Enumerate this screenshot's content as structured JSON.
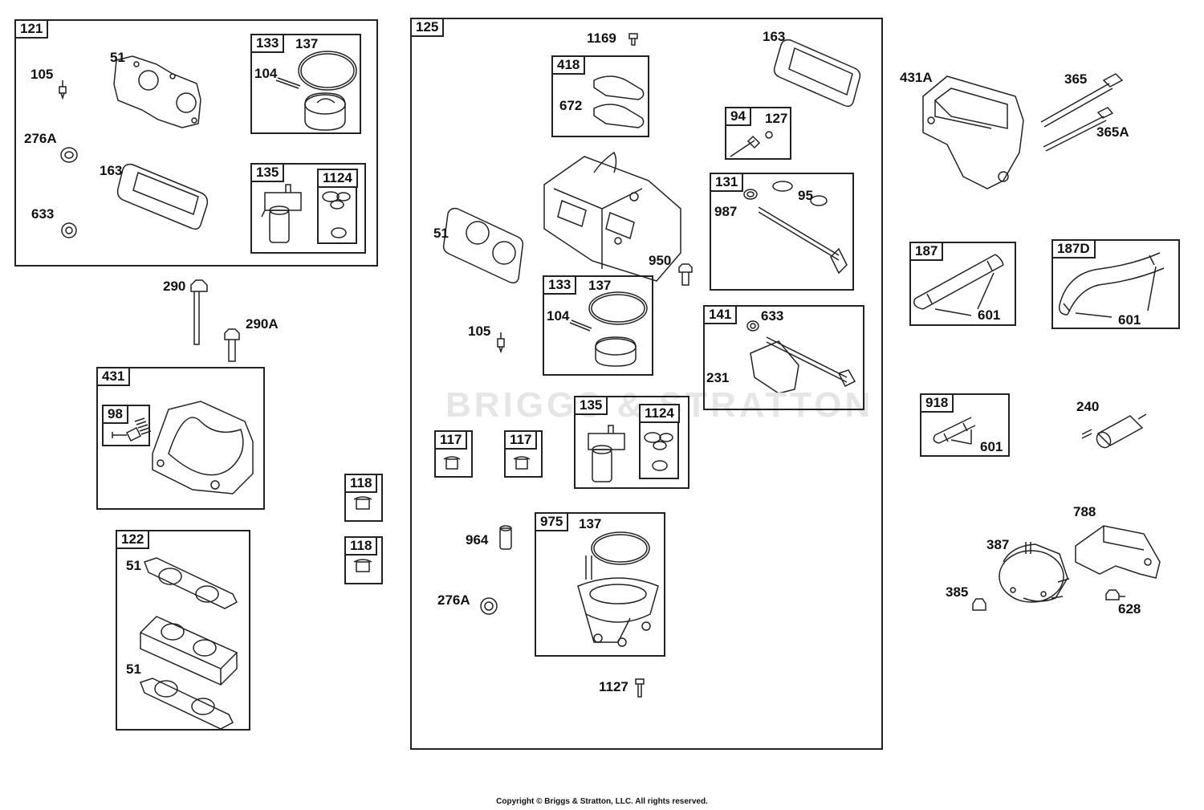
{
  "watermark": "BRIGGS & STRATTON",
  "copyright": "Copyright © Briggs & Stratton, LLC. All rights reserved.",
  "groups": {
    "g121": "121",
    "g133a": "133",
    "g135a": "135",
    "g1124a": "1124",
    "g431": "431",
    "g98": "98",
    "g122": "122",
    "g118a": "118",
    "g118b": "118",
    "g125": "125",
    "g418": "418",
    "g94": "94",
    "g131": "131",
    "g133b": "133",
    "g141": "141",
    "g117a": "117",
    "g117b": "117",
    "g135b": "135",
    "g1124b": "1124",
    "g975": "975",
    "g187": "187",
    "g187d": "187D",
    "g918": "918"
  },
  "parts": {
    "p105a": "105",
    "p51a": "51",
    "p137a": "137",
    "p104a": "104",
    "p276Aa": "276A",
    "p163a": "163",
    "p633a": "633",
    "p290": "290",
    "p290A": "290A",
    "p51b": "51",
    "p51c": "51",
    "p1169": "1169",
    "p163b": "163",
    "p672": "672",
    "p127": "127",
    "p987": "987",
    "p95": "95",
    "p51d": "51",
    "p950": "950",
    "p137b": "137",
    "p104b": "104",
    "p105b": "105",
    "p633b": "633",
    "p231": "231",
    "p964": "964",
    "p137c": "137",
    "p276Ab": "276A",
    "p1127": "1127",
    "p431A": "431A",
    "p365": "365",
    "p365A": "365A",
    "p601a": "601",
    "p601b": "601",
    "p601c": "601",
    "p240": "240",
    "p788": "788",
    "p387": "387",
    "p385": "385",
    "p628": "628"
  }
}
